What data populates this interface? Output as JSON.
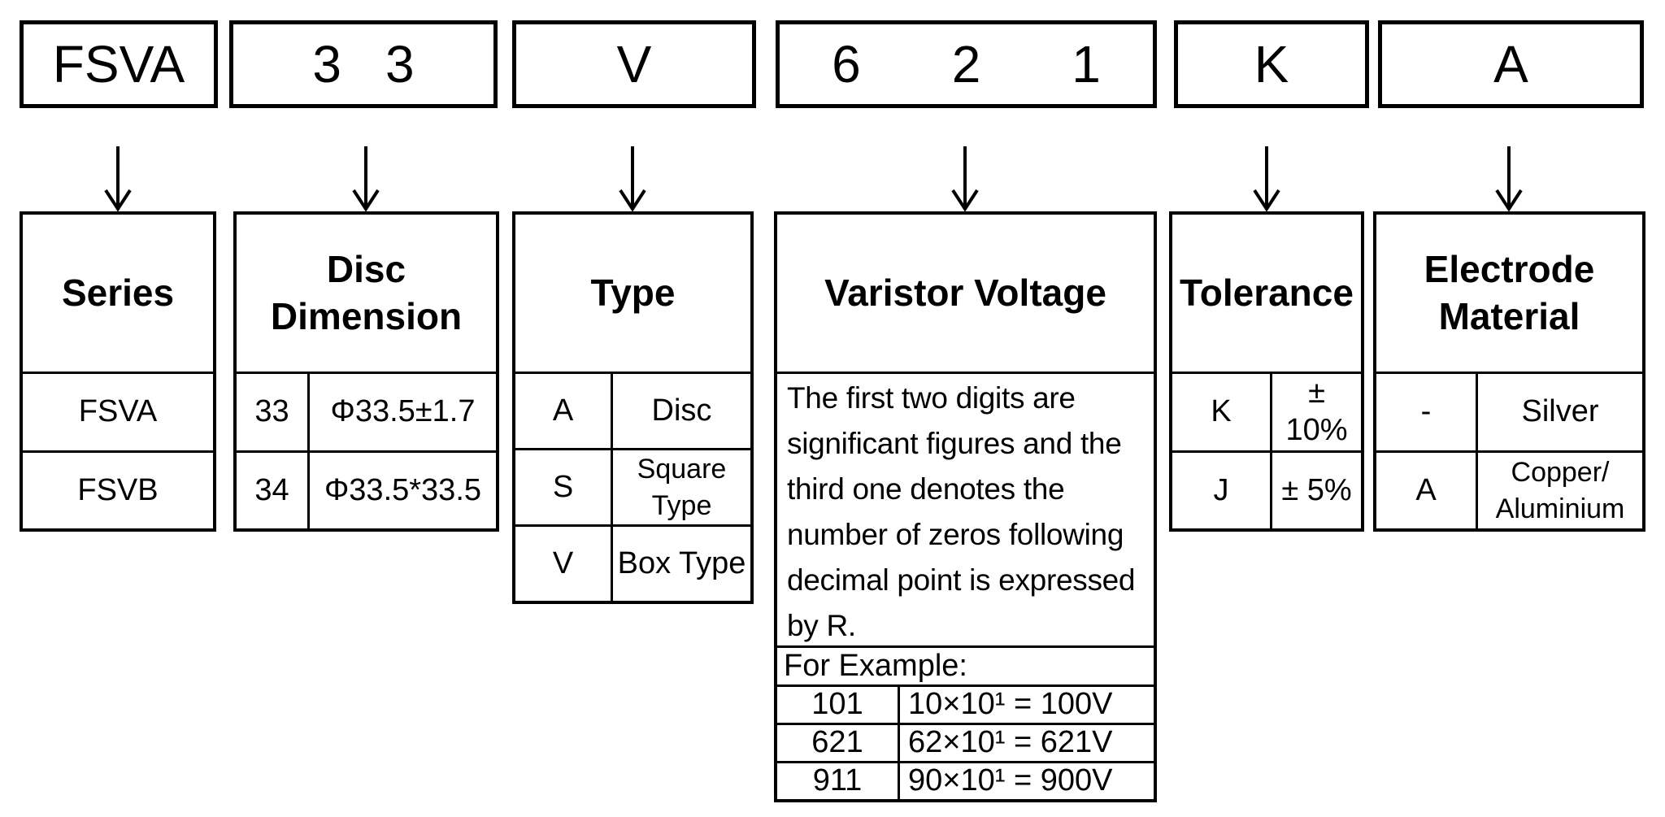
{
  "part_code": {
    "boxes": [
      {
        "chars": [
          "FSVA"
        ]
      },
      {
        "chars": [
          "3",
          "3"
        ]
      },
      {
        "chars": [
          "V"
        ]
      },
      {
        "chars": [
          "6",
          "2",
          "1"
        ]
      },
      {
        "chars": [
          "K"
        ]
      },
      {
        "chars": [
          "A"
        ]
      }
    ]
  },
  "tables": {
    "series": {
      "title": "Series",
      "rows": [
        {
          "value": "FSVA"
        },
        {
          "value": "FSVB"
        }
      ]
    },
    "disc_dimension": {
      "title": "Disc Dimension",
      "rows": [
        {
          "code": "33",
          "desc": "Φ33.5±1.7"
        },
        {
          "code": "34",
          "desc": "Φ33.5*33.5"
        }
      ]
    },
    "type": {
      "title": "Type",
      "rows": [
        {
          "code": "A",
          "desc": "Disc"
        },
        {
          "code": "S",
          "desc": "Square Type"
        },
        {
          "code": "V",
          "desc": "Box Type"
        }
      ]
    },
    "varistor_voltage": {
      "title": "Varistor Voltage",
      "description": "The first two digits are significant figures and the third one denotes the number of zeros following decimal point is expressed by R.",
      "example_label": "For Example:",
      "examples": [
        {
          "code": "101",
          "formula": "10×10¹ = 100V"
        },
        {
          "code": "621",
          "formula": "62×10¹ = 621V"
        },
        {
          "code": "911",
          "formula": "90×10¹ = 900V"
        }
      ]
    },
    "tolerance": {
      "title": "Tolerance",
      "rows": [
        {
          "code": "K",
          "desc": "± 10%"
        },
        {
          "code": "J",
          "desc": "± 5%"
        }
      ]
    },
    "electrode_material": {
      "title": "Electrode Material",
      "rows": [
        {
          "code": "-",
          "desc": "Silver"
        },
        {
          "code": "A",
          "desc": "Copper/ Aluminium"
        }
      ]
    }
  }
}
